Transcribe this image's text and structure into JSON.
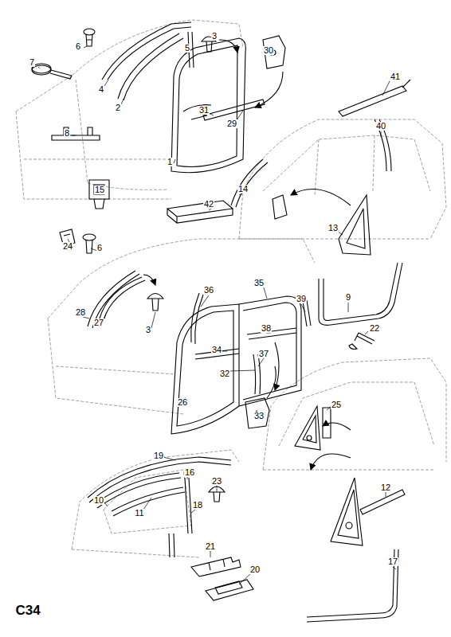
{
  "diagram": {
    "labels": [
      "6",
      "7",
      "4",
      "2",
      "5",
      "3",
      "30",
      "41",
      "40",
      "31",
      "29",
      "8",
      "1",
      "14",
      "15",
      "42",
      "13",
      "24",
      "6",
      "36",
      "35",
      "39",
      "9",
      "28",
      "27",
      "3",
      "38",
      "34",
      "22",
      "32",
      "37",
      "26",
      "25",
      "33",
      "19",
      "16",
      "23",
      "10",
      "11",
      "18",
      "12",
      "21",
      "17",
      "20",
      "C34"
    ]
  }
}
